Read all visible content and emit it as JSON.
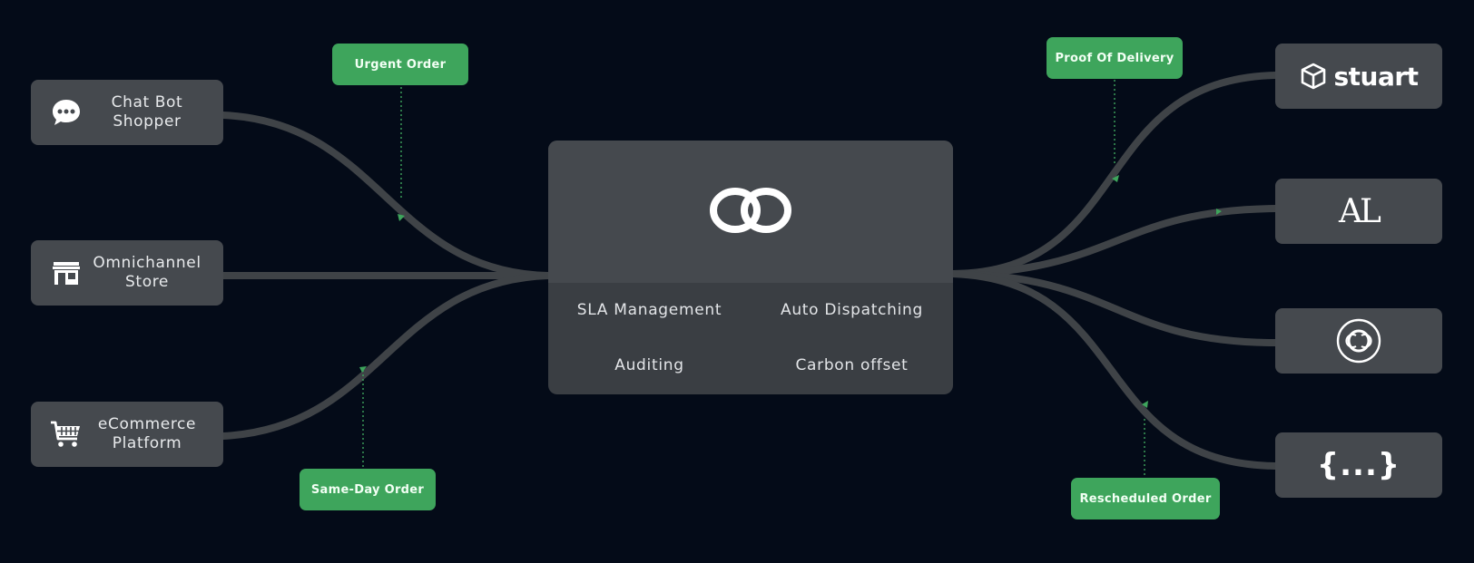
{
  "sources": [
    {
      "label": "Chat Bot\nShopper",
      "icon": "chat-bubble-icon"
    },
    {
      "label": "Omnichannel\nStore",
      "icon": "storefront-icon"
    },
    {
      "label": "eCommerce\nPlatform",
      "icon": "shopping-cart-icon"
    }
  ],
  "events": {
    "urgent": "Urgent Order",
    "same_day": "Same-Day Order",
    "proof": "Proof Of Delivery",
    "rescheduled": "Rescheduled Order"
  },
  "hub": {
    "logo_icon": "interlocking-rings-logo-icon",
    "features": [
      "SLA Management",
      "Auto Dispatching",
      "Auditing",
      "Carbon offset"
    ]
  },
  "carriers": [
    {
      "name": "stuart",
      "icon": "stuart-box-icon"
    },
    {
      "name": "AL",
      "icon": "al-monogram-logo"
    },
    {
      "name": "",
      "icon": "double-c-circle-logo"
    },
    {
      "name": "{...}",
      "icon": "braces-icon"
    }
  ],
  "colors": {
    "background": "#040b18",
    "card": "#45494e",
    "hub_bottom": "#3a3e43",
    "tag_green": "#3ea55c",
    "wire": "#3f4347"
  }
}
